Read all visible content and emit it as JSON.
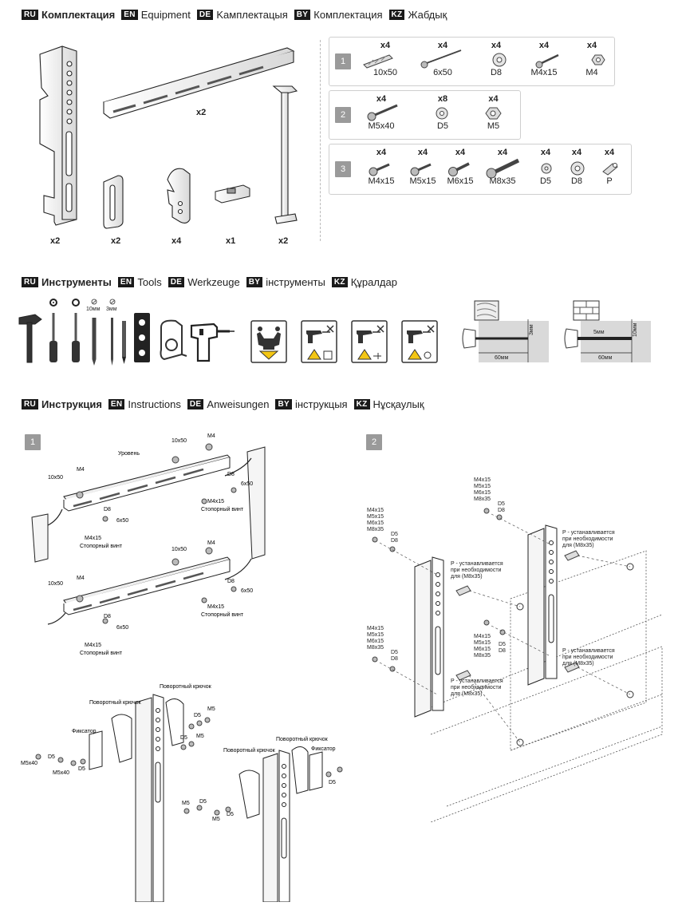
{
  "sections": {
    "kit": [
      {
        "code": "RU",
        "word": "Комплектация"
      },
      {
        "code": "EN",
        "word": "Equipment"
      },
      {
        "code": "DE",
        "word": "Kамплектацыя"
      },
      {
        "code": "BY",
        "word": "Комплектация"
      },
      {
        "code": "KZ",
        "word": "Жабдық"
      }
    ],
    "tools": [
      {
        "code": "RU",
        "word": "Инструменты"
      },
      {
        "code": "EN",
        "word": "Tools"
      },
      {
        "code": "DE",
        "word": "Werkzeuge"
      },
      {
        "code": "BY",
        "word": "інструменты"
      },
      {
        "code": "KZ",
        "word": "Құралдар"
      }
    ],
    "instructions": [
      {
        "code": "RU",
        "word": "Инструкция"
      },
      {
        "code": "EN",
        "word": "Instructions"
      },
      {
        "code": "DE",
        "word": "Anweisungen"
      },
      {
        "code": "BY",
        "word": "інструкцыя"
      },
      {
        "code": "KZ",
        "word": "Нұсқаулық"
      }
    ]
  },
  "kit_parts": {
    "upright_qty": "x2",
    "rail_qty": "x2",
    "clip_qty": "x2",
    "hook_qty": "x4",
    "level_qty": "x1",
    "strut_qty": "x2"
  },
  "hardware": {
    "box1": {
      "badge": "1",
      "items": [
        {
          "qty": "x4",
          "label": "10x50"
        },
        {
          "qty": "x4",
          "label": "6x50"
        },
        {
          "qty": "x4",
          "label": "D8"
        },
        {
          "qty": "x4",
          "label": "M4x15"
        },
        {
          "qty": "x4",
          "label": "M4"
        }
      ]
    },
    "box2": {
      "badge": "2",
      "items": [
        {
          "qty": "x4",
          "label": "M5x40"
        },
        {
          "qty": "x8",
          "label": "D5"
        },
        {
          "qty": "x4",
          "label": "M5"
        }
      ]
    },
    "box3": {
      "badge": "3",
      "items": [
        {
          "qty": "x4",
          "label": "M4x15"
        },
        {
          "qty": "x4",
          "label": "M5x15"
        },
        {
          "qty": "x4",
          "label": "M6x15"
        },
        {
          "qty": "x4",
          "label": "M8x35"
        },
        {
          "qty": "x4",
          "label": "D5"
        },
        {
          "qty": "x4",
          "label": "D8"
        },
        {
          "qty": "x4",
          "label": "P"
        }
      ]
    }
  },
  "tools_strip": {
    "drill_bits": {
      "a": "10мм",
      "b": "3мм"
    },
    "wood_depth": "60мм",
    "wood_diam": "3мм",
    "brick_depth": "60мм",
    "brick_inner": "5мм",
    "brick_diam": "10мм"
  },
  "steps": {
    "step1": "1",
    "step2": "2"
  },
  "step1_labels": {
    "level": "Уровень",
    "m4": "M4",
    "tenx50": "10x50",
    "d8": "D8",
    "sixx50": "6x50",
    "m4x15": "M4x15",
    "stop_screw": "Стопорный винт",
    "swivel_hook": "Поворотный крючок",
    "clamp": "Фиксатор",
    "m5x40": "M5x40",
    "d5": "D5",
    "m5": "M5"
  },
  "step2_labels": {
    "screws": [
      "M4x15",
      "M5x15",
      "M6x15",
      "M8x35"
    ],
    "d5": "D5",
    "d8": "D8",
    "p_note_1": "P - устанавливается",
    "p_note_2": "при необходимости",
    "p_note_3": "для (M8x35)"
  },
  "colors": {
    "badge": "#1a1a1a",
    "step_badge": "#9a9a9a",
    "warning_yellow": "#f3c614",
    "wall": "#d9d9d9"
  }
}
